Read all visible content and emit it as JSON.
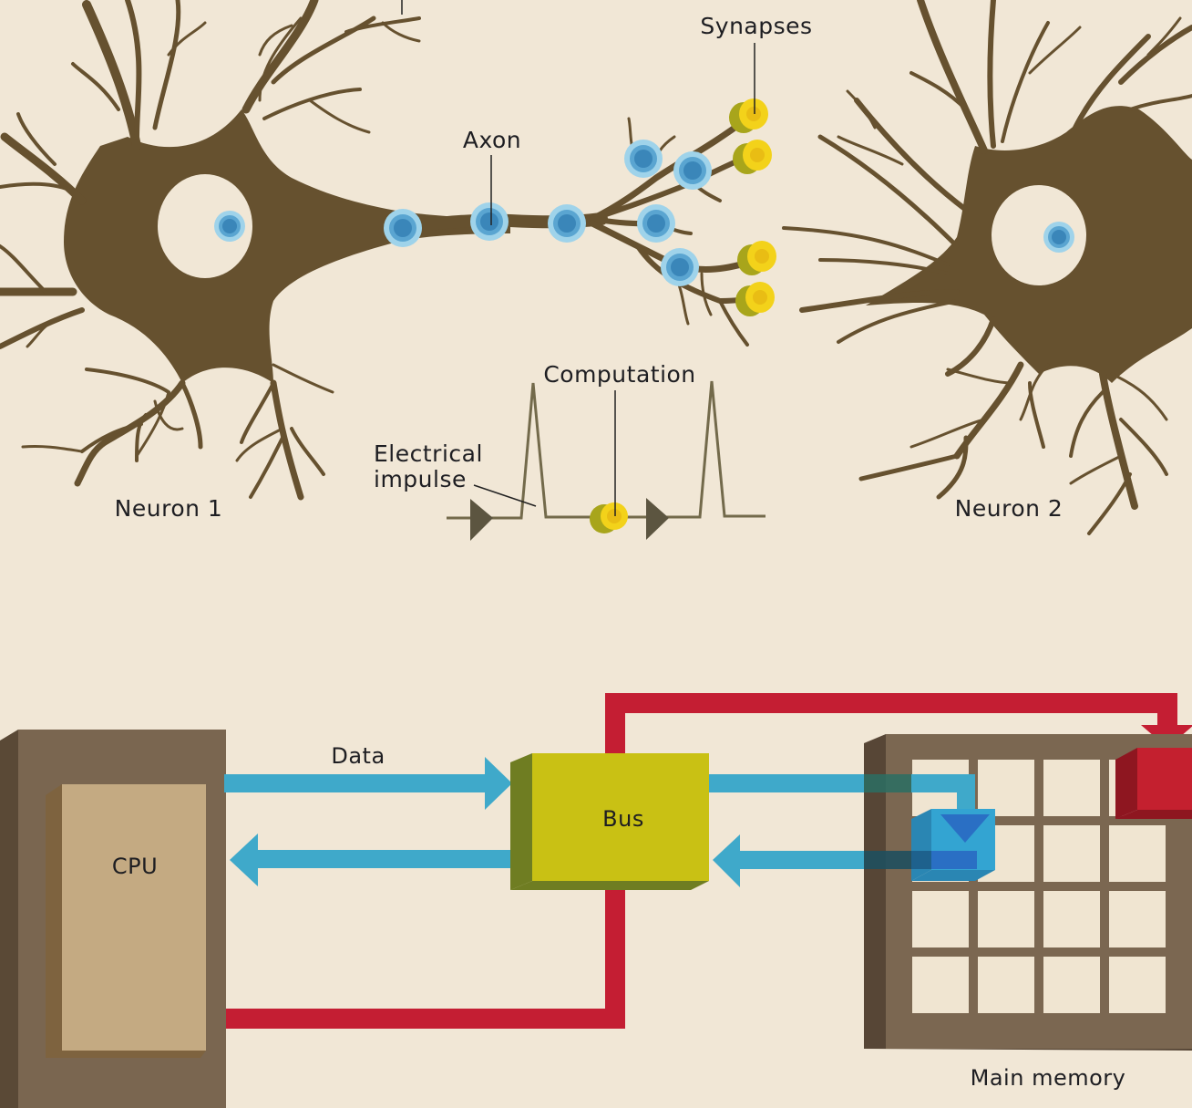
{
  "colors": {
    "background": "#f1e7d6",
    "neuron": "#66512f",
    "node_outer": "#9fd3ea",
    "node_mid": "#5aa5d1",
    "node_inner": "#3a86b9",
    "synapse_face": "#f3d21a",
    "synapse_side": "#a8a51b",
    "cpu_outer": "#7a6650",
    "cpu_outer_side": "#5a4936",
    "cpu_inner": "#c4aa82",
    "cpu_inner_side": "#7e633f",
    "bus_face": "#c9c114",
    "bus_side": "#6f7d22",
    "data_arrow": "#3fa9ca",
    "address_line": "#c41e33",
    "memory_frame": "#7b6751",
    "memory_frame_side": "#574636",
    "memory_cell": "#f0e5d1",
    "memory_blue_cell": "#2e9fd0",
    "memory_red_cell": "#c4202f",
    "impulse_line": "#736a4b"
  },
  "neural": {
    "labels": {
      "synapses": "Synapses",
      "axon": "Axon",
      "computation": "Computation",
      "electrical_impulse_line1": "Electrical",
      "electrical_impulse_line2": "impulse",
      "neuron1": "Neuron 1",
      "neuron2": "Neuron 2"
    }
  },
  "computer": {
    "labels": {
      "cpu": "CPU",
      "data": "Data",
      "bus": "Bus",
      "main_memory": "Main memory"
    },
    "memory_grid": {
      "rows": 4,
      "cols": 4
    }
  }
}
